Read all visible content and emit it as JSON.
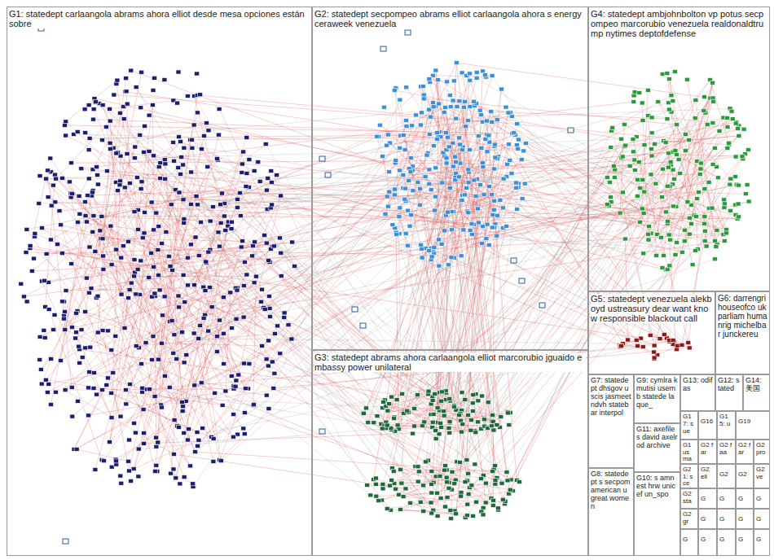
{
  "diagram": {
    "nodes": [
      {
        "text": [
          "G1: statedept carlaangola abrams ahora elliot desde mesa opciones están sobre"
        ]
      },
      {
        "text": [
          "G2: statedept secpompeo abrams elliot carlaangola ahora s energy ceraweek venezuela"
        ]
      },
      {
        "text": [
          "G4: statedept ambjohnbolton vp potus secpompeo marcorubio venezuela realdonaldtrump nytimes deptofdefense"
        ]
      },
      {
        "text": [
          "G3: statedept abrams ahora carlaangola elliot marcorubio jguaido embassy power unilateral"
        ]
      },
      {
        "text": [
          "G5: statedept venezuela alekboyd ustreasury dear want know responsible blackout call"
        ]
      },
      {
        "text": [
          "G6: darrengri houseofco ukparliam humanrig michelbar junckereu"
        ]
      },
      {
        "text": [
          "G7: statedept dhsgov uscis jasmeet ndvh statebar interpol"
        ]
      },
      {
        "text": [
          "G9: cymlra kmutisi usemb statede laque_"
        ]
      },
      {
        "text": [
          "G13: odifas"
        ]
      },
      {
        "text": [
          "G12: stated"
        ]
      },
      {
        "text": [
          "G14: 美国"
        ]
      },
      {
        "text": [
          "G17: sue"
        ]
      },
      {
        "text": [
          "G16"
        ]
      },
      {
        "text": [
          "G15: u"
        ]
      },
      {
        "text": [
          "G19"
        ]
      },
      {
        "text": [
          "G1 us ma"
        ]
      },
      {
        "text": [
          "G2 far"
        ]
      },
      {
        "text": [
          "G2 faa"
        ]
      },
      {
        "text": [
          "G2 far"
        ]
      },
      {
        "text": [
          "G2 pro"
        ]
      },
      {
        "text": [
          "G21: s ce"
        ]
      },
      {
        "text": [
          "G2 eli"
        ]
      },
      {
        "text": [
          "G2"
        ]
      },
      {
        "text": [
          "G2"
        ]
      },
      {
        "text": [
          "G2 ve"
        ]
      },
      {
        "text": [
          "G2 sta"
        ]
      },
      {
        "text": [
          "G"
        ]
      },
      {
        "text": [
          "G"
        ]
      },
      {
        "text": [
          "G"
        ]
      },
      {
        "text": [
          "G"
        ]
      },
      {
        "text": [
          "G2 gr"
        ]
      },
      {
        "text": [
          "G"
        ]
      },
      {
        "text": [
          "G"
        ]
      },
      {
        "text": [
          "G"
        ]
      },
      {
        "text": [
          "G"
        ]
      },
      {
        "text": [
          "G"
        ]
      },
      {
        "text": [
          "G"
        ]
      },
      {
        "text": [
          "G"
        ]
      },
      {
        "text": [
          "G"
        ]
      },
      {
        "text": [
          "G"
        ]
      },
      {
        "text": [
          "G11: axefiles david axelrod archive"
        ]
      },
      {
        "text": [
          "G8: statedept s secpom american u great women"
        ]
      },
      {
        "text": [
          "G10: s amnest hrw unicef un_spo"
        ]
      }
    ]
  }
}
